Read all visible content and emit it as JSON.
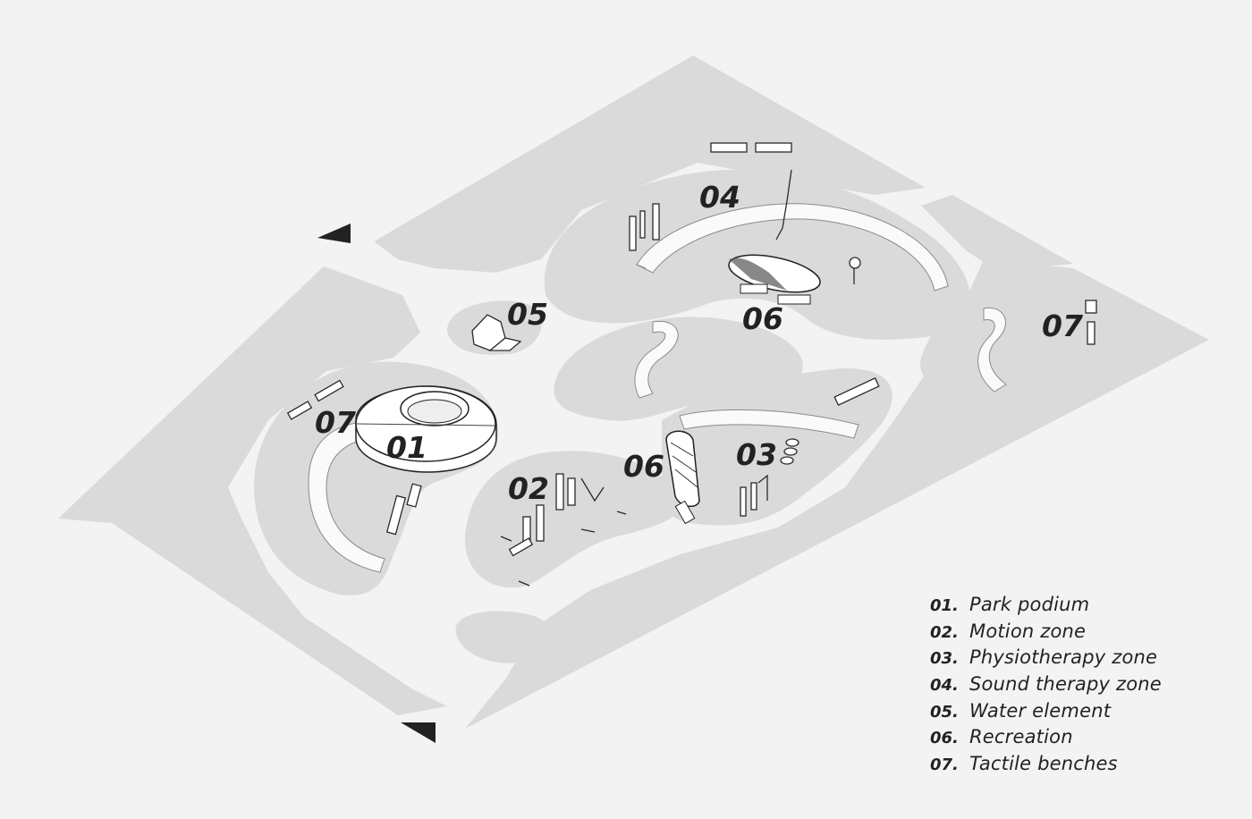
{
  "zone_labels": {
    "z01": "01",
    "z02": "02",
    "z03": "03",
    "z04": "04",
    "z05": "05",
    "z06_top": "06",
    "z06_mid": "06",
    "z07_left": "07",
    "z07_right": "07"
  },
  "legend": [
    {
      "num": "01.",
      "text": "Park podium"
    },
    {
      "num": "02.",
      "text": "Motion zone"
    },
    {
      "num": "03.",
      "text": "Physiotherapy zone"
    },
    {
      "num": "04.",
      "text": "Sound therapy zone"
    },
    {
      "num": "05.",
      "text": "Water element"
    },
    {
      "num": "06.",
      "text": "Recreation"
    },
    {
      "num": "07.",
      "text": "Tactile benches"
    }
  ],
  "colors": {
    "background": "#f3f3f3",
    "ground": "#dadada",
    "ink": "#222222"
  }
}
